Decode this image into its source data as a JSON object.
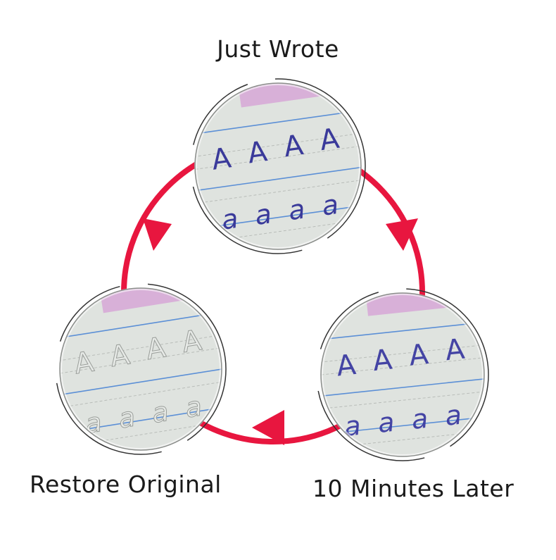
{
  "diagram": {
    "stages": [
      {
        "id": "fresh",
        "caption": "Just Wrote",
        "uppercase": "A",
        "lowercase": "a",
        "ink_color": "#3a3a9a",
        "ink_opacity": 1.0
      },
      {
        "id": "fading",
        "caption": "10 Minutes Later",
        "uppercase": "A",
        "lowercase": "a",
        "ink_color": "#3b3ba0",
        "ink_opacity": 0.95
      },
      {
        "id": "restored",
        "caption": "Restore Original",
        "uppercase": "A",
        "lowercase": "a",
        "ink_color": "#b9bdb9",
        "ink_opacity": 1.0
      }
    ],
    "cycle_color": "#e8163f",
    "paper_color": "#dfe3df",
    "rule_line_color": "#5b8fd6",
    "tab_color": "#d8b0d8"
  }
}
